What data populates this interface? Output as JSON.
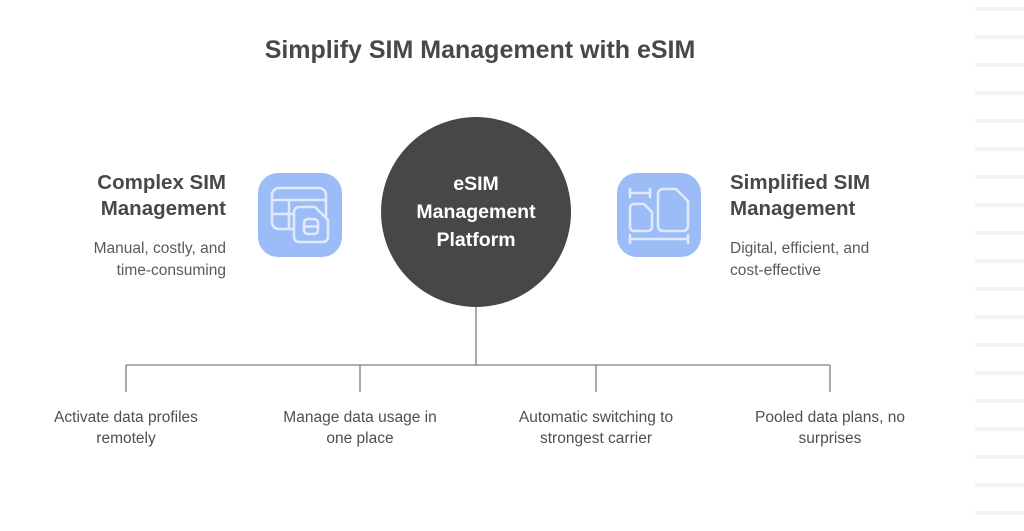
{
  "title": "Simplify SIM Management with eSIM",
  "central_node": {
    "line1": "eSIM",
    "line2": "Management",
    "line3": "Platform"
  },
  "left_item": {
    "heading_line1": "Complex SIM",
    "heading_line2": "Management",
    "desc_line1": "Manual, costly, and",
    "desc_line2": "time-consuming",
    "icon": "sim-table-icon"
  },
  "right_item": {
    "heading_line1": "Simplified SIM",
    "heading_line2": "Management",
    "desc_line1": "Digital, efficient, and",
    "desc_line2": "cost-effective",
    "icon": "sim-cards-resize-icon"
  },
  "benefits": [
    {
      "line1": "Activate data profiles",
      "line2": "remotely"
    },
    {
      "line1": "Manage data usage in",
      "line2": "one place"
    },
    {
      "line1": "Automatic switching to",
      "line2": "strongest carrier"
    },
    {
      "line1": "Pooled data plans, no",
      "line2": "surprises"
    }
  ],
  "colors": {
    "central_circle": "#474747",
    "icon_blue": "#9cbcf7",
    "icon_stroke": "#e0eafc",
    "heading_text": "#484848",
    "body_text": "#5a5a5a",
    "connector_line": "#7d7d7d",
    "background_stripe": "#f4f4f4"
  }
}
